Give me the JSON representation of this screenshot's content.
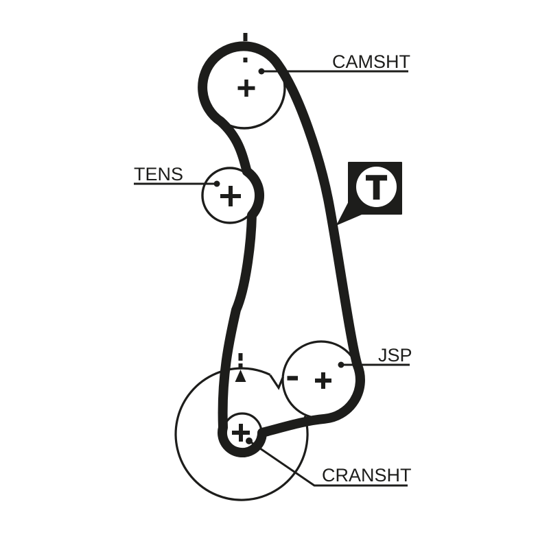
{
  "colors": {
    "ink": "#1d1d1b",
    "background": "#ffffff"
  },
  "badge": {
    "letter": "T"
  },
  "pulleys": {
    "camshaft": {
      "label": "CAMSHT",
      "mark": "+",
      "timing_mark": "dashed-line"
    },
    "tensioner": {
      "label": "TENS",
      "mark": "+"
    },
    "jsp": {
      "label": "JSP",
      "mark": "+",
      "adjacent_mark": "-"
    },
    "crankshaft": {
      "label": "CRANSHT",
      "mark": "+",
      "timing_mark": "dashed-line-triangle"
    }
  }
}
